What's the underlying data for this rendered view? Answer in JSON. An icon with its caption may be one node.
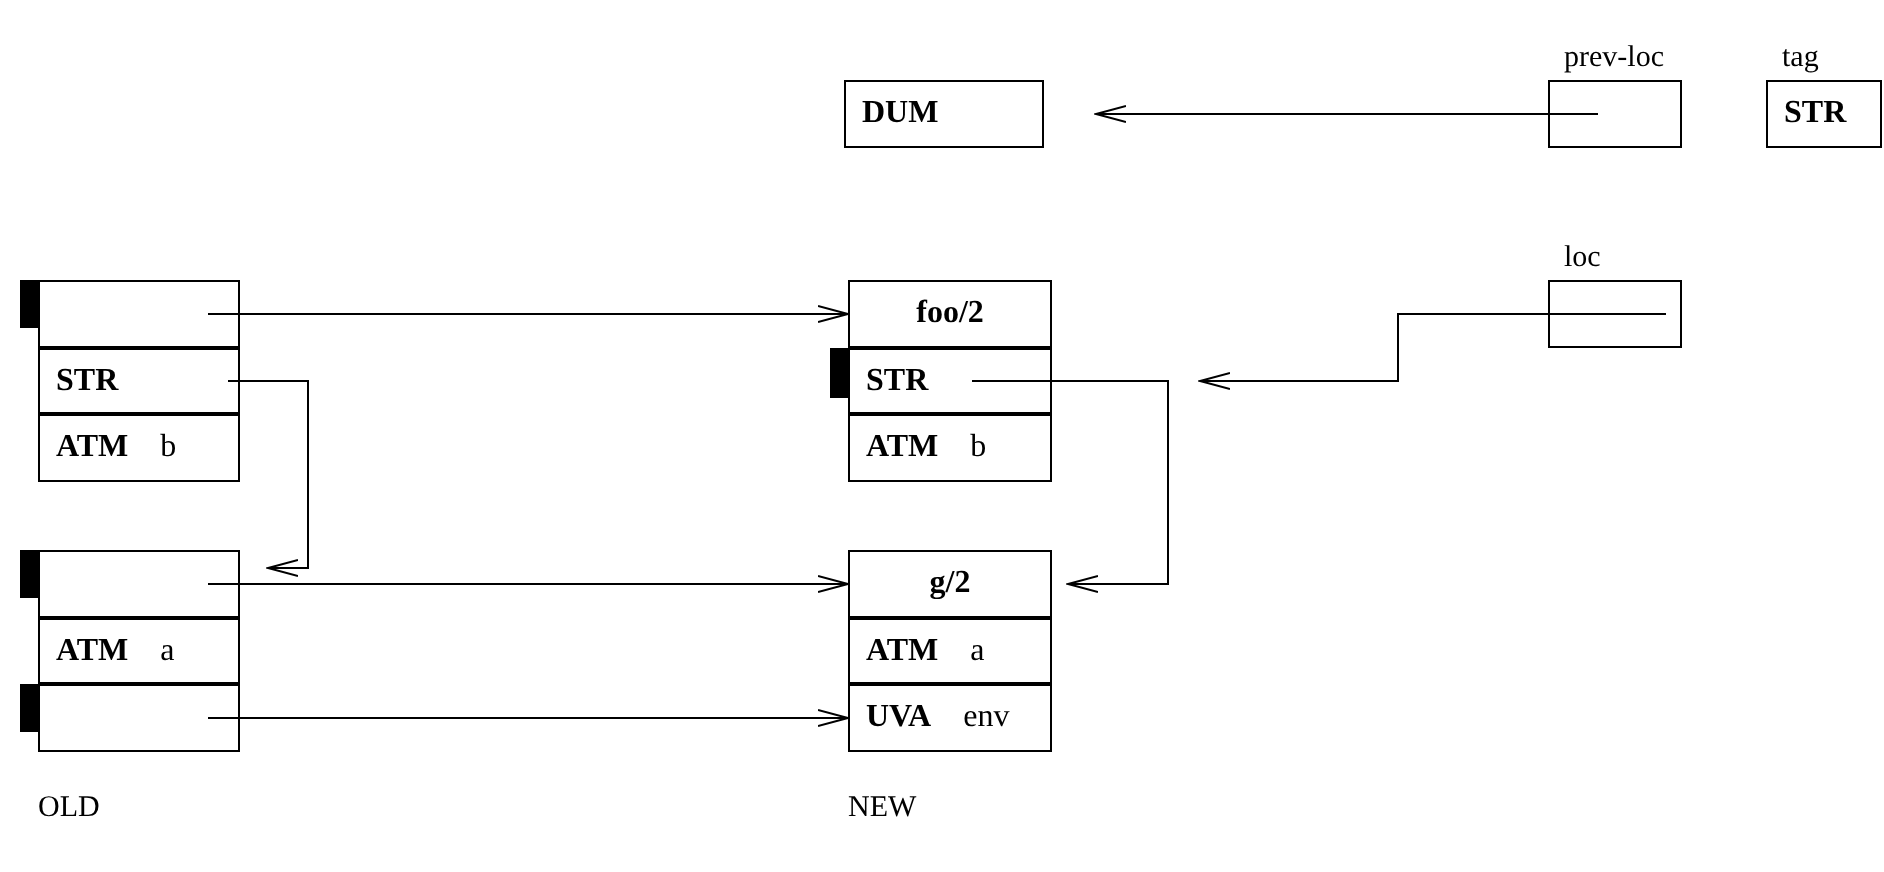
{
  "diagram": {
    "nodes": [
      {
        "text": [
          "DUM"
        ]
      },
      {
        "text": [
          "prev-loc"
        ]
      },
      {
        "text": [
          "tag",
          "STR"
        ]
      },
      {
        "text": [
          "loc"
        ]
      },
      {
        "text": [],
        "shape": "box"
      },
      {
        "text": [
          "STR"
        ]
      },
      {
        "text": [
          "ATM",
          "b"
        ]
      },
      {
        "text": [
          "foo/2"
        ]
      },
      {
        "text": [
          "STR"
        ]
      },
      {
        "text": [
          "ATM",
          "b"
        ]
      },
      {
        "text": [],
        "shape": "box"
      },
      {
        "text": [
          "ATM",
          "a"
        ]
      },
      {
        "text": [],
        "shape": "box"
      },
      {
        "text": [
          "g/2"
        ]
      },
      {
        "text": [
          "ATM",
          "a"
        ]
      },
      {
        "text": [
          "UVA",
          "env"
        ]
      }
    ],
    "edges": [
      {
        "from": 1,
        "to": 0,
        "arrow": "to"
      },
      {
        "from": 4,
        "to": 7,
        "arrow": "to"
      },
      {
        "from": 5,
        "to": 10,
        "arrow": "to"
      },
      {
        "from": 10,
        "to": 13,
        "arrow": "to"
      },
      {
        "from": 12,
        "to": 15,
        "arrow": "to"
      },
      {
        "from": 8,
        "to": 13,
        "arrow": "to"
      },
      {
        "from": 3,
        "to": 8,
        "arrow": "to"
      }
    ],
    "labels": [
      "OLD",
      "NEW"
    ]
  }
}
